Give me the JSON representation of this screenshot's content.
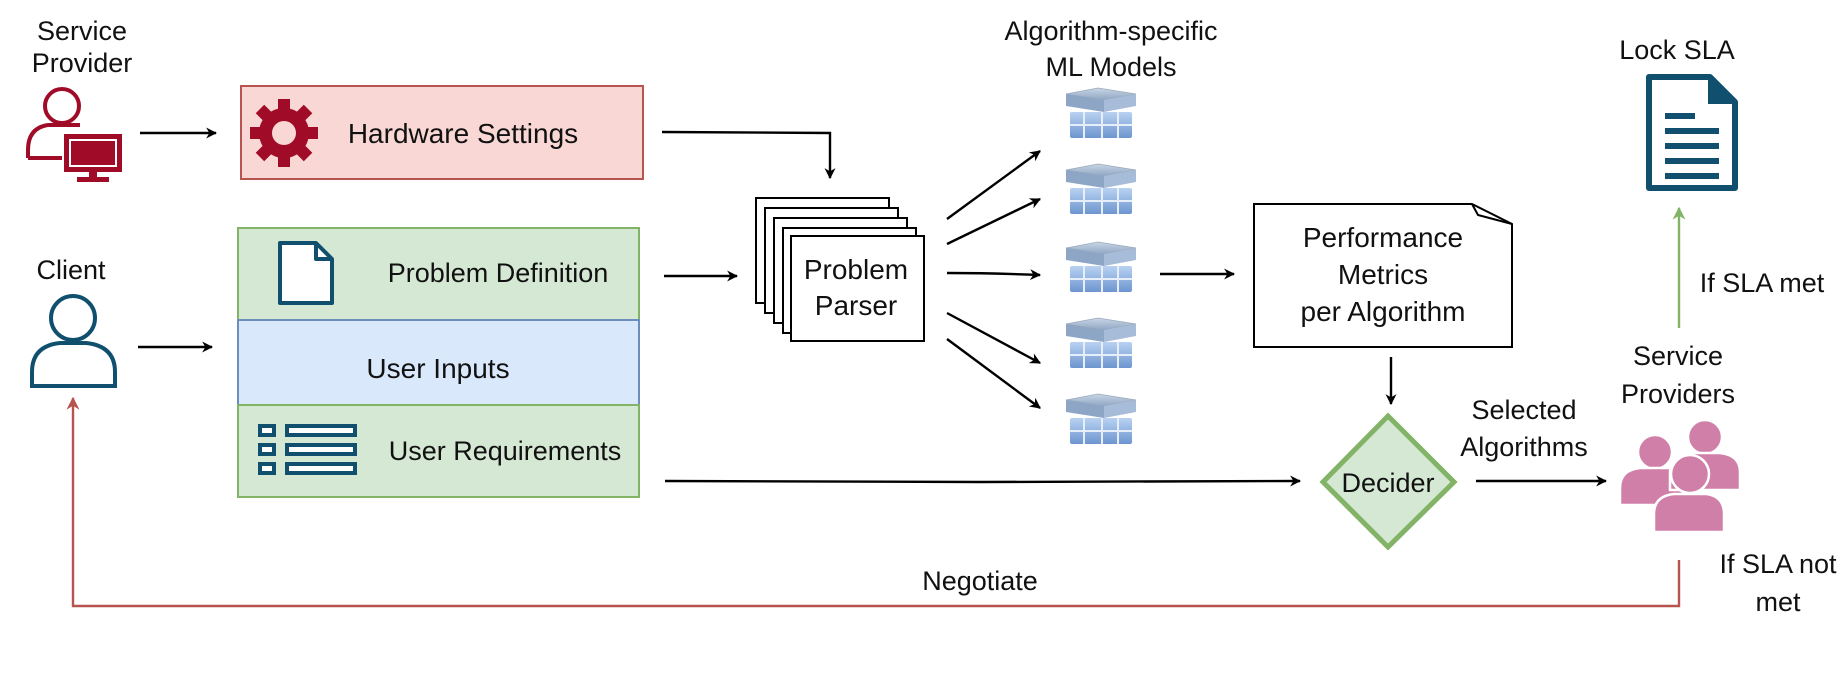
{
  "actors": {
    "service_provider": "Service\nProvider",
    "client": "Client",
    "service_providers": "Service\nProviders"
  },
  "boxes": {
    "hardware_settings": "Hardware Settings",
    "problem_definition": "Problem Definition",
    "user_inputs": "User Inputs",
    "user_requirements": "User Requirements",
    "problem_parser": "Problem\nParser",
    "performance_metrics": "Performance\nMetrics\nper Algorithm",
    "decider": "Decider"
  },
  "labels": {
    "ml_models": "Algorithm-specific\nML Models",
    "lock_sla": "Lock SLA",
    "if_sla_met": "If SLA met",
    "selected_algorithms": "Selected\nAlgorithms",
    "if_sla_not_met": "If SLA not\nmet",
    "negotiate": "Negotiate"
  },
  "colors": {
    "provider_red": "#a00c28",
    "client_blue": "#10506e",
    "hw_fill": "#f8d7d4",
    "hw_stroke": "#b85450",
    "green_fill": "#d5e8d4",
    "green_stroke": "#82b366",
    "blue_fill": "#dae8fc",
    "blue_stroke": "#6c8ebf",
    "negotiate_line": "#b85450",
    "sla_arrow": "#82b366",
    "users_pink": "#d080a8"
  },
  "icons": {
    "service_provider": "user-computer-icon",
    "client": "user-icon",
    "hardware": "gear-icon",
    "problem_definition": "document-icon",
    "user_requirements": "list-icon",
    "ml_models": "server-stack-icon",
    "lock_sla": "document-lines-icon",
    "service_providers": "user-group-icon"
  }
}
